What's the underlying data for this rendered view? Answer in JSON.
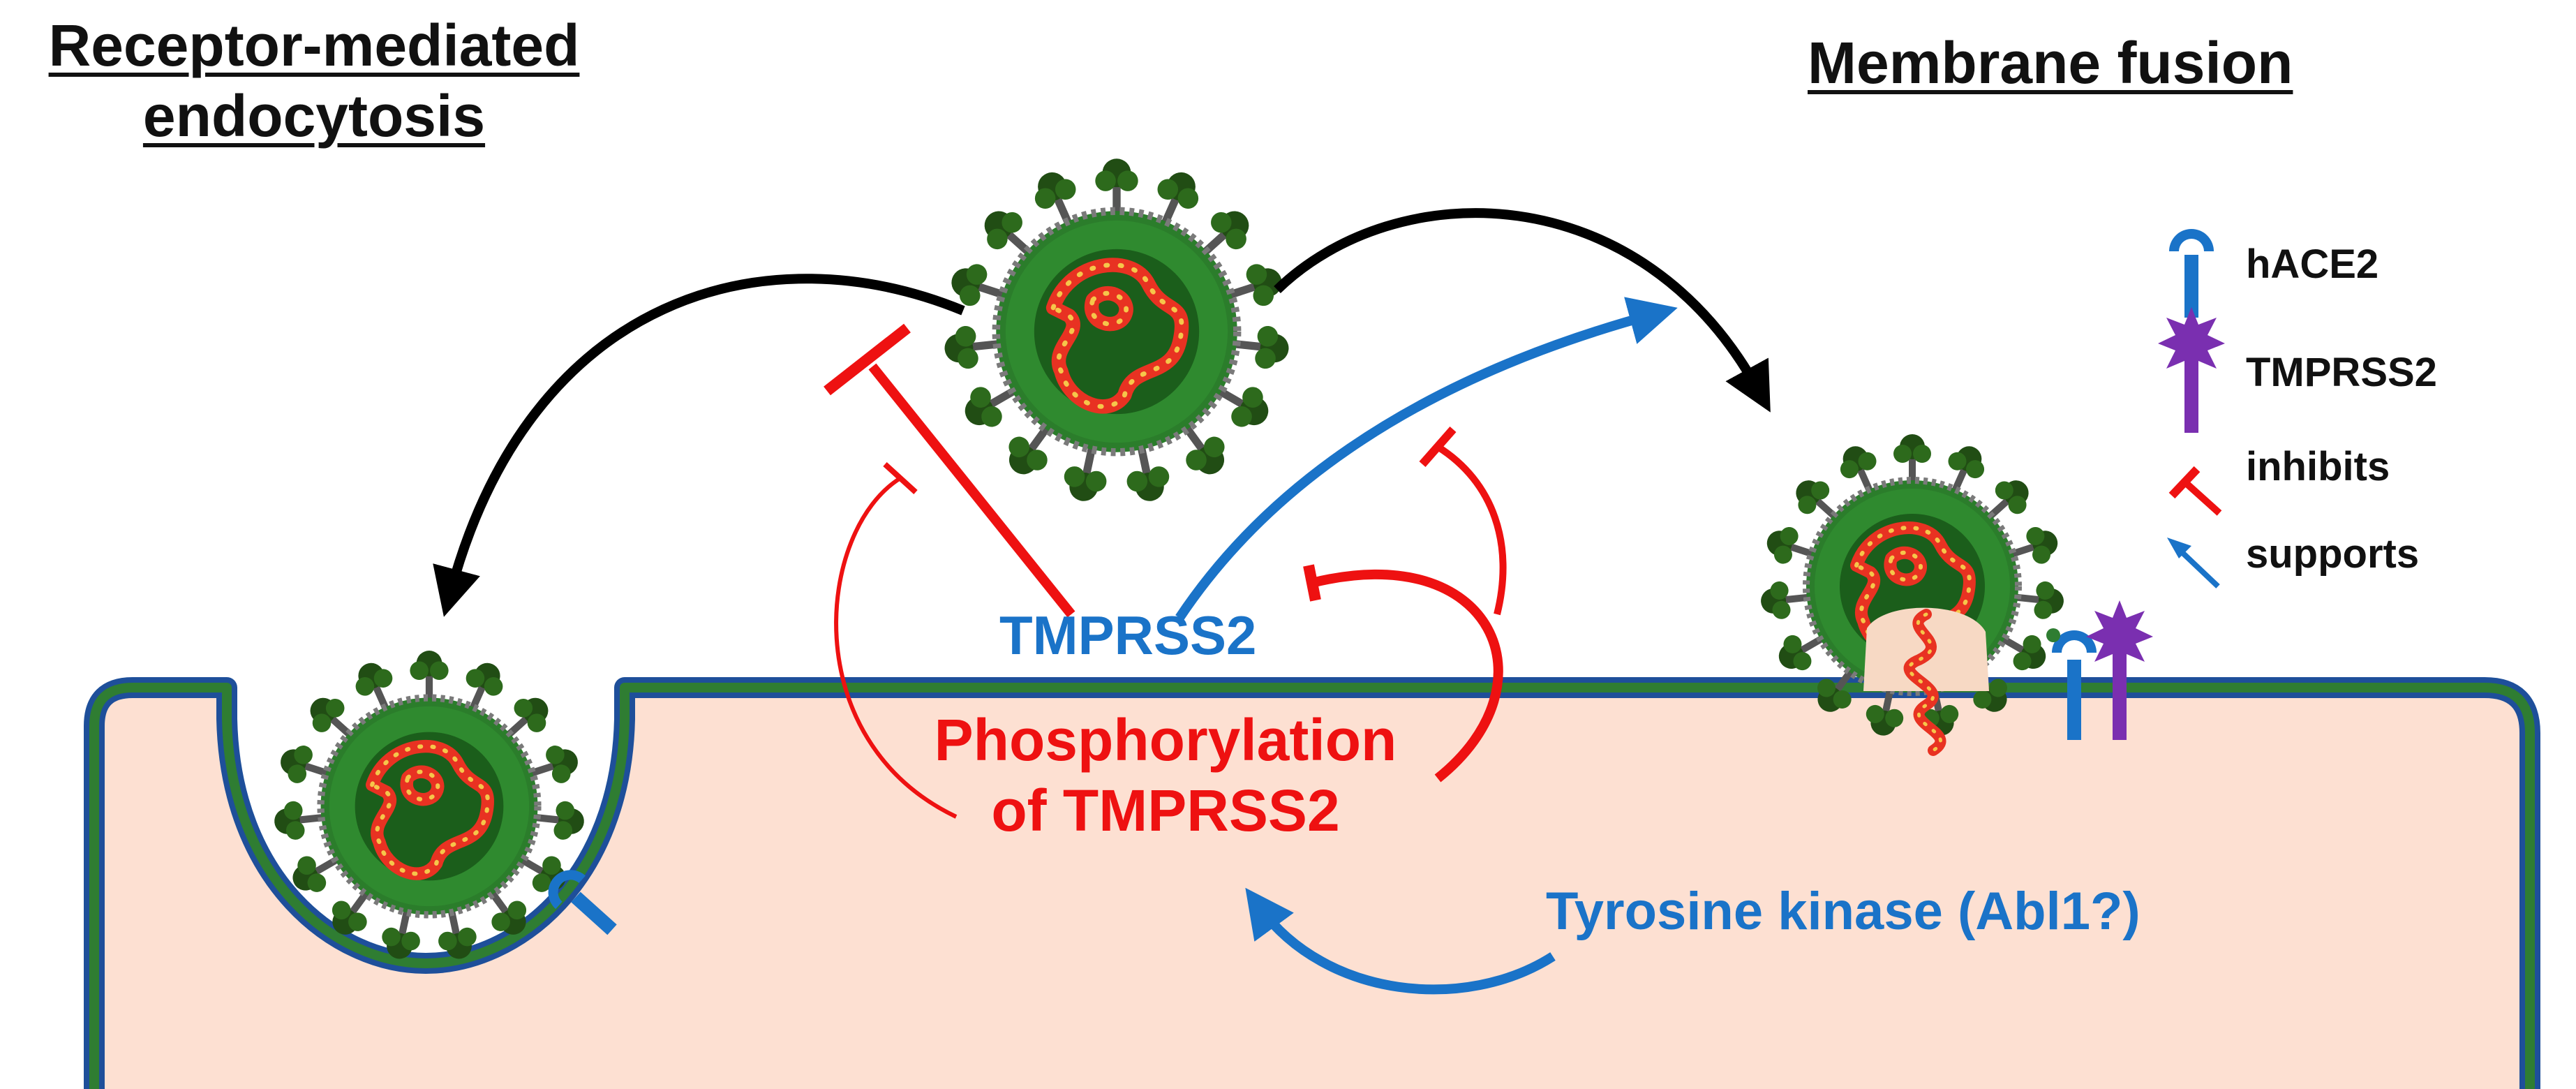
{
  "headings": {
    "left_line1": "Receptor-mediated",
    "left_line2": "endocytosis",
    "right": "Membrane fusion"
  },
  "labels": {
    "tmprss2": "TMPRSS2",
    "phospho_line1": "Phosphorylation",
    "phospho_line2": "of TMPRSS2",
    "kinase": "Tyrosine kinase (Abl1?)"
  },
  "legend": {
    "hace2": "hACE2",
    "tmprss2": "TMPRSS2",
    "inhibits": "inhibits",
    "supports": "supports"
  },
  "colors": {
    "inhibit_red": "#ee1111",
    "support_blue": "#1a73c8",
    "membrane_green": "#2f7d32",
    "membrane_blue": "#1e4f9a",
    "cytoplasm": "#fde0d2",
    "black_arrow": "#000000",
    "tmprss2_purple": "#7a2fb0"
  },
  "icons": [
    "virus-particle-icon",
    "hace2-receptor-icon",
    "tmprss2-protease-icon"
  ]
}
